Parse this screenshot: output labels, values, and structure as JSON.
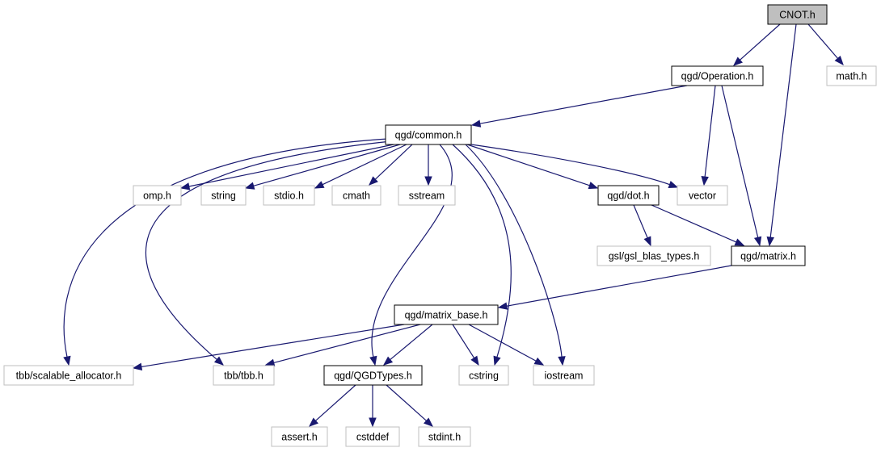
{
  "colors": {
    "edge": "#191970",
    "root_fill": "#bfbfbf",
    "root_stroke": "#000000",
    "project_stroke": "#000000",
    "external_stroke": "#bfbfbf",
    "fill": "#ffffff"
  },
  "nodes": [
    {
      "id": "cnot",
      "label": "CNOT.h",
      "kind": "root"
    },
    {
      "id": "operation",
      "label": "qgd/Operation.h",
      "kind": "project"
    },
    {
      "id": "math",
      "label": "math.h",
      "kind": "external"
    },
    {
      "id": "common",
      "label": "qgd/common.h",
      "kind": "project"
    },
    {
      "id": "omp",
      "label": "omp.h",
      "kind": "external"
    },
    {
      "id": "string",
      "label": "string",
      "kind": "external"
    },
    {
      "id": "stdio",
      "label": "stdio.h",
      "kind": "external"
    },
    {
      "id": "cmath",
      "label": "cmath",
      "kind": "external"
    },
    {
      "id": "sstream",
      "label": "sstream",
      "kind": "external"
    },
    {
      "id": "dot",
      "label": "qgd/dot.h",
      "kind": "project"
    },
    {
      "id": "vector",
      "label": "vector",
      "kind": "external"
    },
    {
      "id": "gslblas",
      "label": "gsl/gsl_blas_types.h",
      "kind": "external"
    },
    {
      "id": "matrix",
      "label": "qgd/matrix.h",
      "kind": "project"
    },
    {
      "id": "matrixbase",
      "label": "qgd/matrix_base.h",
      "kind": "project"
    },
    {
      "id": "tbbscalable",
      "label": "tbb/scalable_allocator.h",
      "kind": "external"
    },
    {
      "id": "tbbtbb",
      "label": "tbb/tbb.h",
      "kind": "external"
    },
    {
      "id": "qgdtypes",
      "label": "qgd/QGDTypes.h",
      "kind": "project"
    },
    {
      "id": "cstring",
      "label": "cstring",
      "kind": "external"
    },
    {
      "id": "iostream",
      "label": "iostream",
      "kind": "external"
    },
    {
      "id": "assert",
      "label": "assert.h",
      "kind": "external"
    },
    {
      "id": "cstddef",
      "label": "cstddef",
      "kind": "external"
    },
    {
      "id": "stdint",
      "label": "stdint.h",
      "kind": "external"
    }
  ],
  "edges": [
    {
      "from": "cnot",
      "to": "operation"
    },
    {
      "from": "cnot",
      "to": "math"
    },
    {
      "from": "cnot",
      "to": "matrix"
    },
    {
      "from": "operation",
      "to": "common"
    },
    {
      "from": "operation",
      "to": "vector"
    },
    {
      "from": "operation",
      "to": "matrix"
    },
    {
      "from": "common",
      "to": "omp"
    },
    {
      "from": "common",
      "to": "string"
    },
    {
      "from": "common",
      "to": "stdio"
    },
    {
      "from": "common",
      "to": "cmath"
    },
    {
      "from": "common",
      "to": "sstream"
    },
    {
      "from": "common",
      "to": "dot"
    },
    {
      "from": "common",
      "to": "vector"
    },
    {
      "from": "common",
      "to": "tbbscalable"
    },
    {
      "from": "common",
      "to": "tbbtbb"
    },
    {
      "from": "common",
      "to": "qgdtypes"
    },
    {
      "from": "common",
      "to": "cstring"
    },
    {
      "from": "common",
      "to": "iostream"
    },
    {
      "from": "dot",
      "to": "gslblas"
    },
    {
      "from": "dot",
      "to": "matrix"
    },
    {
      "from": "matrix",
      "to": "matrixbase"
    },
    {
      "from": "matrixbase",
      "to": "tbbscalable"
    },
    {
      "from": "matrixbase",
      "to": "tbbtbb"
    },
    {
      "from": "matrixbase",
      "to": "qgdtypes"
    },
    {
      "from": "matrixbase",
      "to": "cstring"
    },
    {
      "from": "matrixbase",
      "to": "iostream"
    },
    {
      "from": "qgdtypes",
      "to": "assert"
    },
    {
      "from": "qgdtypes",
      "to": "cstddef"
    },
    {
      "from": "qgdtypes",
      "to": "stdint"
    }
  ]
}
